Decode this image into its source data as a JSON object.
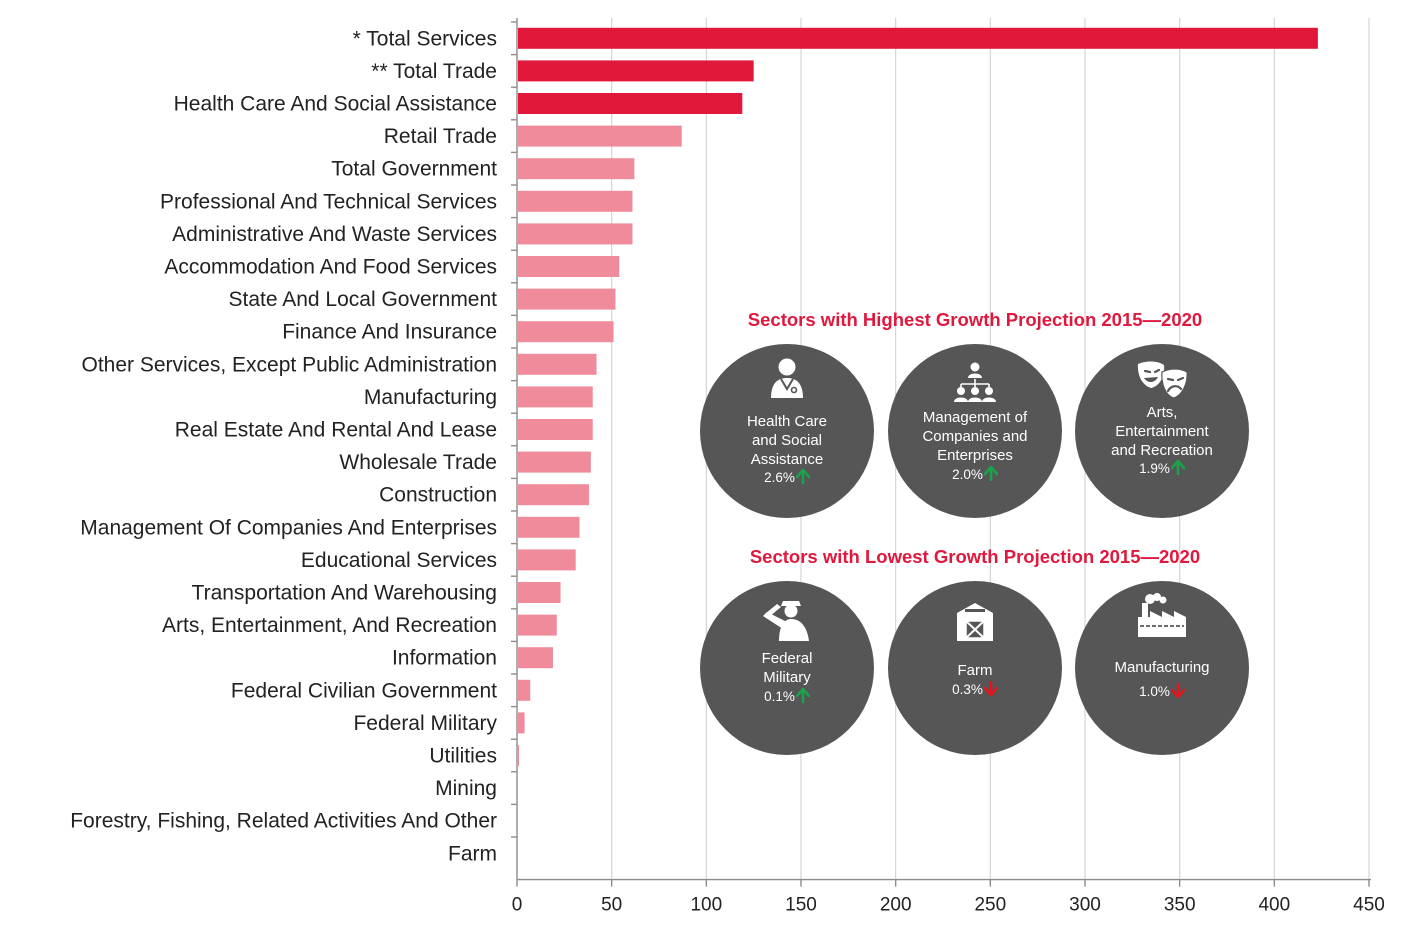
{
  "colors": {
    "highlight_bar": "#e2183a",
    "regular_bar": "#f08b9b",
    "title_red": "#e0183d",
    "circle_gray": "#575656",
    "arrow_up": "#1aa34a",
    "arrow_down": "#e0181e"
  },
  "chart_data": {
    "type": "bar",
    "orientation": "horizontal",
    "categories": [
      "* Total Services",
      "** Total Trade",
      "Health Care And Social Assistance",
      "Retail Trade",
      "Total Government",
      "Professional And Technical Services",
      "Administrative And Waste Services",
      "Accommodation And Food Services",
      "State And Local Government",
      "Finance And Insurance",
      "Other Services, Except Public Administration",
      "Manufacturing",
      "Real Estate And Rental And Lease",
      "Wholesale Trade",
      "Construction",
      "Management Of Companies And Enterprises",
      "Educational Services",
      "Transportation And Warehousing",
      "Arts, Entertainment, And Recreation",
      "Information",
      "Federal Civilian Government",
      "Federal Military",
      "Utilities",
      "Mining",
      "Forestry, Fishing, Related Activities And Other",
      "Farm"
    ],
    "values": [
      423,
      125,
      119,
      87,
      62,
      61,
      61,
      54,
      52,
      51,
      42,
      40,
      40,
      39,
      38,
      33,
      31,
      23,
      21,
      19,
      7,
      4,
      1,
      0,
      0,
      0
    ],
    "highlighted": [
      "* Total Services",
      "** Total Trade",
      "Health Care And Social Assistance"
    ],
    "xlim": [
      0,
      450
    ],
    "xticks": [
      "0",
      "50",
      "100",
      "150",
      "200",
      "250",
      "300",
      "350",
      "400",
      "450"
    ],
    "grid": true,
    "title": "",
    "xlabel": "",
    "ylabel": ""
  },
  "highest": {
    "title": "Sectors with Highest Growth Projection 2015—2020",
    "items": [
      {
        "lines": [
          "Health Care",
          "and Social",
          "Assistance"
        ],
        "pct": "2.6%",
        "dir": "up",
        "icon": "doctor-icon"
      },
      {
        "lines": [
          "Management of",
          "Companies and",
          "Enterprises"
        ],
        "pct": "2.0%",
        "dir": "up",
        "icon": "org-chart-icon"
      },
      {
        "lines": [
          "Arts,",
          "Entertainment",
          "and Recreation"
        ],
        "pct": "1.9%",
        "dir": "up",
        "icon": "theater-masks-icon"
      }
    ]
  },
  "lowest": {
    "title": "Sectors with Lowest Growth Projection 2015—2020",
    "items": [
      {
        "lines": [
          "Federal",
          "Military"
        ],
        "pct": "0.1%",
        "dir": "up",
        "icon": "saluting-soldier-icon"
      },
      {
        "lines": [
          "Farm"
        ],
        "pct": "0.3%",
        "dir": "down",
        "icon": "barn-icon"
      },
      {
        "lines": [
          "Manufacturing"
        ],
        "pct": "1.0%",
        "dir": "down",
        "icon": "factory-icon"
      }
    ]
  }
}
